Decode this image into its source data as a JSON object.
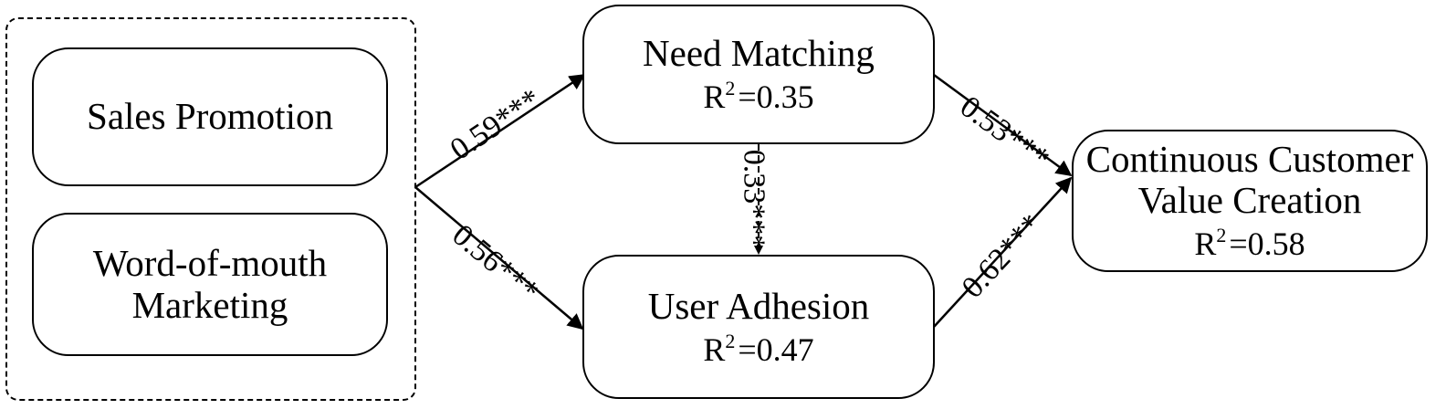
{
  "constructs": {
    "sales_promotion": "Sales Promotion",
    "word_of_mouth_line1": "Word-of-mouth",
    "word_of_mouth_line2": "Marketing",
    "need_matching": {
      "label": "Need Matching",
      "r2_symbol": "R",
      "r2_exponent": "2",
      "r2_value": "=0.35"
    },
    "user_adhesion": {
      "label": "User Adhesion",
      "r2_symbol": "R",
      "r2_exponent": "2",
      "r2_value": "=0.47"
    },
    "outcome": {
      "label_line1": "Continuous Customer",
      "label_line2": "Value Creation",
      "r2_symbol": "R",
      "r2_exponent": "2",
      "r2_value": "=0.58"
    }
  },
  "paths": {
    "to_need_matching": "0.59***",
    "to_user_adhesion": "0.56***",
    "need_to_adhesion": "0.33***",
    "need_to_outcome": "0.53***",
    "adhesion_to_outcome": "0.62***"
  }
}
